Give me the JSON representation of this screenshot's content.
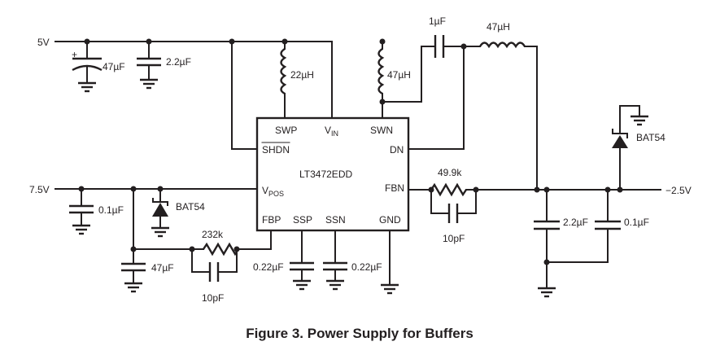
{
  "figure": {
    "caption": "Figure 3. Power Supply for Buffers"
  },
  "rails": {
    "in_5v": "5V",
    "in_7v5": "7.5V",
    "out_neg": "−2.5V"
  },
  "ic": {
    "part_number": "LT3472EDD",
    "pins": {
      "swp": "SWP",
      "vin_main": "V",
      "vin_sub": "IN",
      "swn": "SWN",
      "shdn": "SHDN",
      "dn": "DN",
      "vpos_main": "V",
      "vpos_sub": "POS",
      "fbn": "FBN",
      "fbp": "FBP",
      "ssp": "SSP",
      "ssn": "SSN",
      "gnd": "GND"
    }
  },
  "components": {
    "c_in_bulk": "47µF",
    "c_in_ceramic": "2.2µF",
    "l_pos": "22µH",
    "l_neg": "47µH",
    "c_fly": "1µF",
    "l_out": "47µH",
    "r_fbn": "49.9k",
    "c_fbn": "10pF",
    "c_out_a": "2.2µF",
    "c_out_b": "0.1µF",
    "d_neg": "BAT54",
    "c_pos_in": "0.1µF",
    "d_pos": "BAT54",
    "r_fbp": "232k",
    "c_fbp": "10pF",
    "c_pos_out": "47µF",
    "c_ssp": "0.22µF",
    "c_ssn": "0.22µF"
  }
}
